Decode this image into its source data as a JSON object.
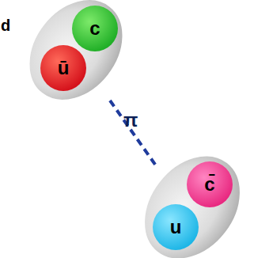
{
  "diagram": {
    "nodes": [
      {
        "text": [
          "c"
        ]
      },
      {
        "text": [
          "ū"
        ]
      },
      {
        "text": [
          "c̄"
        ]
      },
      {
        "text": [
          "u"
        ]
      }
    ],
    "labels": [
      "d",
      "π"
    ]
  }
}
